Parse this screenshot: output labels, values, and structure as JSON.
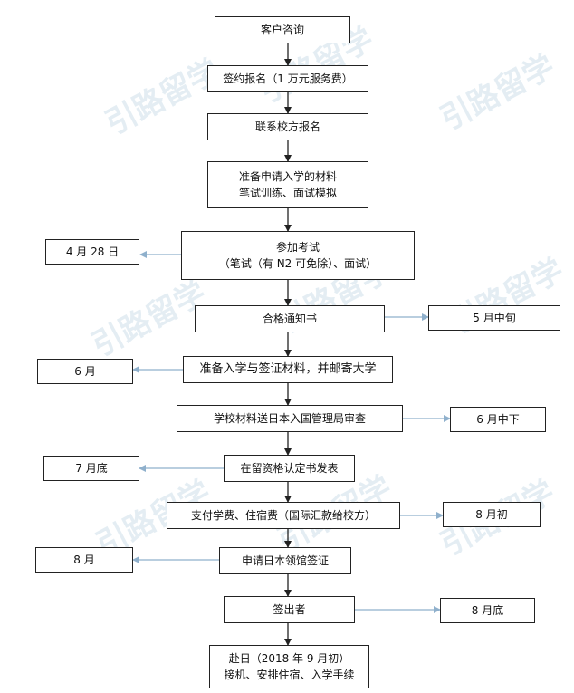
{
  "watermark": "引路留学",
  "steps": [
    {
      "lines": [
        "客户咨询"
      ]
    },
    {
      "lines": [
        "签约报名（1 万元服务费）"
      ]
    },
    {
      "lines": [
        "联系校方报名"
      ]
    },
    {
      "lines": [
        "准备申请入学的材料",
        "笔试训练、面试模拟"
      ]
    },
    {
      "lines": [
        "参加考试",
        "（笔试（有 N2 可免除）、面试）"
      ]
    },
    {
      "lines": [
        "合格通知书"
      ]
    },
    {
      "lines": [
        "准备入学与签证材料，并邮寄大学"
      ]
    },
    {
      "lines": [
        "学校材料送日本入国管理局审查"
      ]
    },
    {
      "lines": [
        "在留资格认定书发表"
      ]
    },
    {
      "lines": [
        "支付学费、住宿费（国际汇款给校方）"
      ]
    },
    {
      "lines": [
        "申请日本领馆签证"
      ]
    },
    {
      "lines": [
        "签出者"
      ]
    },
    {
      "lines": [
        "赴日（2018 年 9 月初）",
        "接机、安排住宿、入学手续"
      ]
    }
  ],
  "side_notes": [
    {
      "label": "4 月 28 日"
    },
    {
      "label": "5 月中旬"
    },
    {
      "label": "6 月"
    },
    {
      "label": "6 月中下"
    },
    {
      "label": "7 月底"
    },
    {
      "label": "8 月初"
    },
    {
      "label": "8 月"
    },
    {
      "label": "8 月底"
    }
  ],
  "colors": {
    "arrow_main": "#222222",
    "arrow_side": "#8fb0cc",
    "watermark": "#cfe0ea"
  }
}
